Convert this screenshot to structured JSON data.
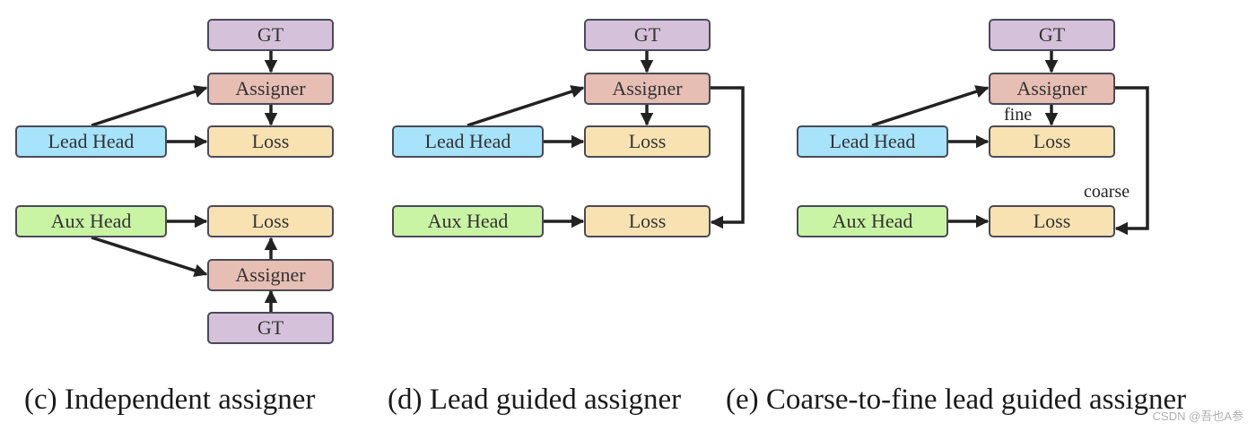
{
  "colors": {
    "gt": "#d5c2da",
    "assigner": "#e6beb3",
    "loss": "#f8e2b2",
    "lead_head": "#a7e3fb",
    "aux_head": "#c9f4a4",
    "arrow": "#222222"
  },
  "panel_c": {
    "gt_top": "GT",
    "assigner_top": "Assigner",
    "lead_head": "Lead Head",
    "loss_top": "Loss",
    "aux_head": "Aux Head",
    "loss_bottom": "Loss",
    "assigner_bottom": "Assigner",
    "gt_bottom": "GT",
    "caption": "(c) Independent assigner"
  },
  "panel_d": {
    "gt": "GT",
    "assigner": "Assigner",
    "lead_head": "Lead Head",
    "loss_top": "Loss",
    "aux_head": "Aux Head",
    "loss_bottom": "Loss",
    "caption": "(d) Lead guided assigner"
  },
  "panel_e": {
    "gt": "GT",
    "assigner": "Assigner",
    "fine_label": "fine",
    "lead_head": "Lead Head",
    "loss_top": "Loss",
    "coarse_label": "coarse",
    "aux_head": "Aux Head",
    "loss_bottom": "Loss",
    "caption": "(e) Coarse-to-fine lead guided assigner"
  },
  "watermark": "CSDN @吾也A参"
}
